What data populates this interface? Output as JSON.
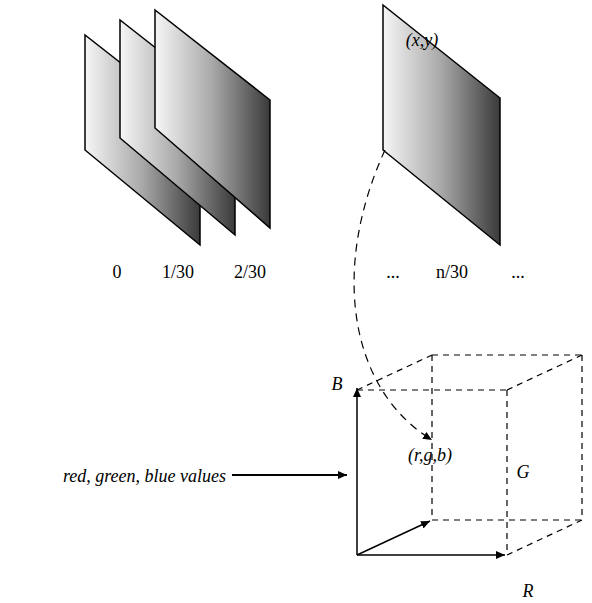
{
  "diagram": {
    "labels": [
      "(x,y)",
      "0",
      "1/30",
      "2/30",
      "...",
      "n/30",
      "...",
      "B",
      "(r,g,b)",
      "G",
      "red, green, blue values",
      "R"
    ]
  }
}
